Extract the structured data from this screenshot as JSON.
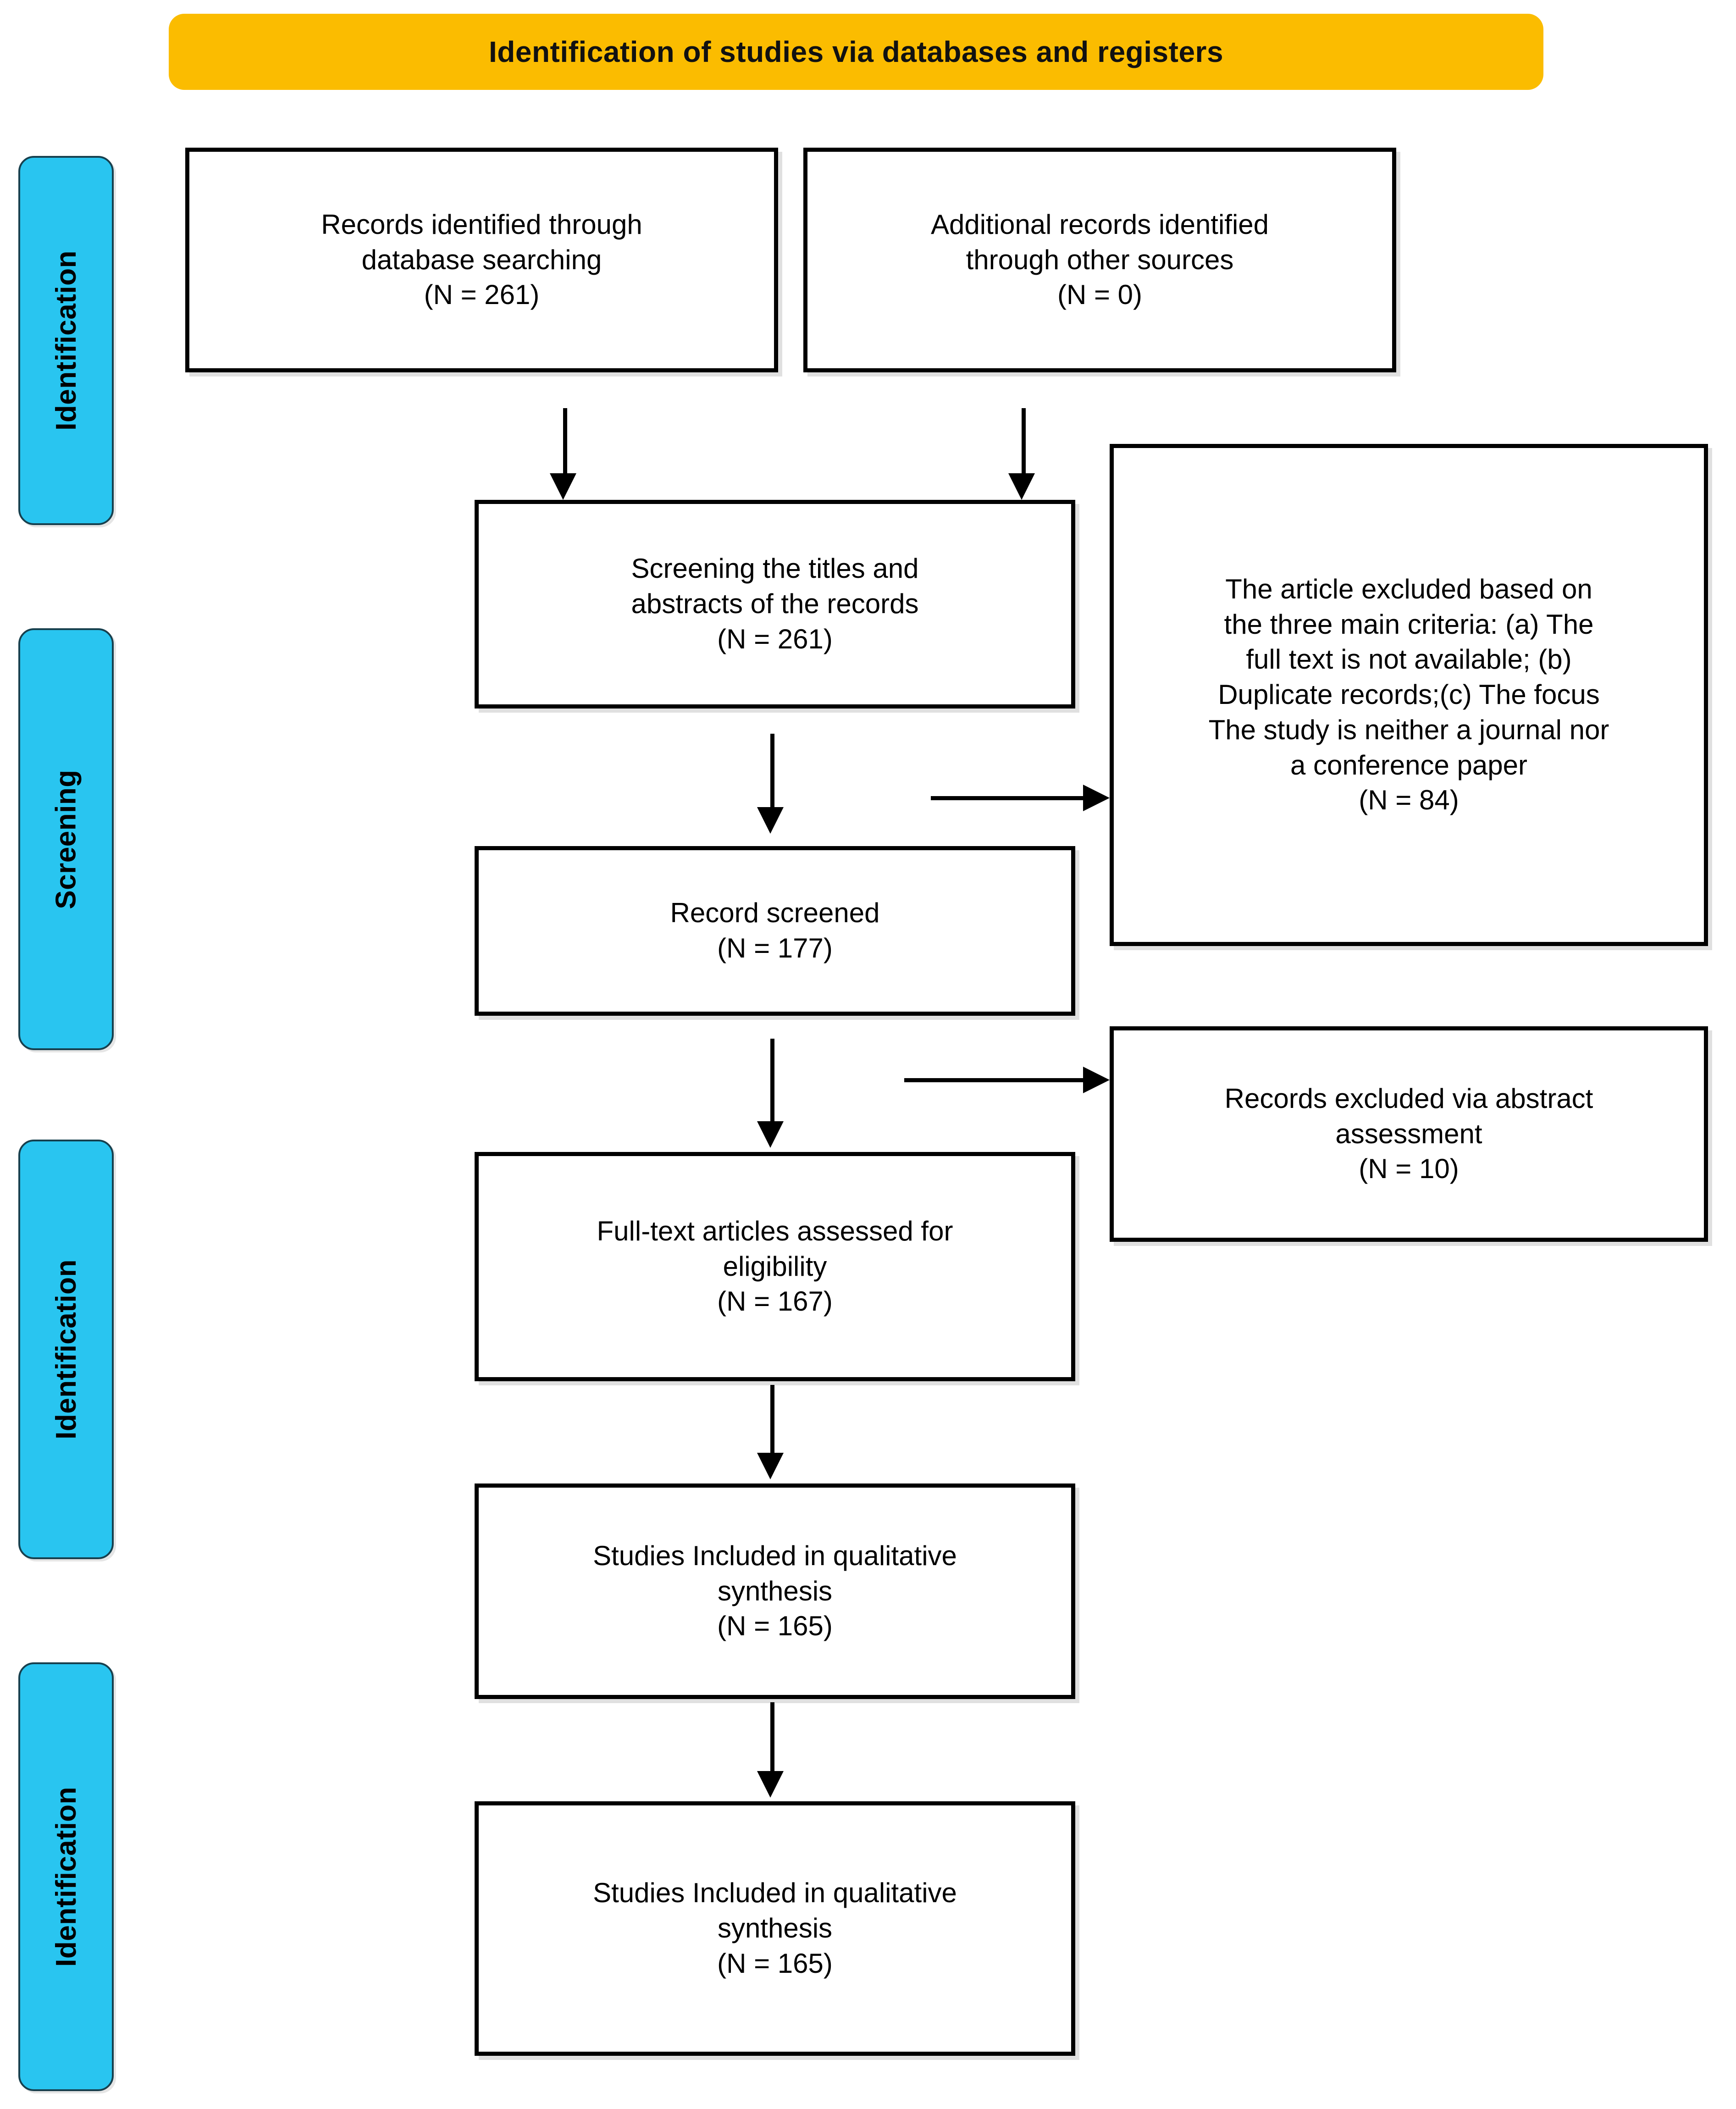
{
  "banner": {
    "title": "Identification of studies via databases and registers",
    "color": "#FBBC00"
  },
  "phases": {
    "color": "#29C5F0",
    "items": [
      {
        "label": "Identification"
      },
      {
        "label": "Screening"
      },
      {
        "label": "Identification"
      },
      {
        "label": "Identification"
      }
    ]
  },
  "boxes": {
    "records_database": {
      "text": "Records identified through\ndatabase searching\n(N = 261)",
      "count": 261
    },
    "records_other": {
      "text": "Additional records identified\nthrough other sources\n(N = 0)",
      "count": 0
    },
    "screening_titles": {
      "text": "Screening the titles and\nabstracts of the records\n(N = 261)",
      "count": 261
    },
    "excluded_criteria": {
      "text": "The article excluded based on\nthe three main criteria: (a) The\nfull text is not available; (b)\nDuplicate records;(c) The focus\nThe study is neither a journal nor\na conference paper\n(N = 84)",
      "count": 84
    },
    "record_screened": {
      "text": "Record screened\n(N = 177)",
      "count": 177
    },
    "excluded_abstract": {
      "text": "Records excluded via abstract\nassessment\n(N = 10)",
      "count": 10
    },
    "fulltext_eligibility": {
      "text": "Full-text articles assessed for\neligibility\n(N = 167)",
      "count": 167
    },
    "included_synthesis_1": {
      "text": "Studies Included in qualitative\nsynthesis\n(N = 165)",
      "count": 165
    },
    "included_synthesis_2": {
      "text": "Studies Included in qualitative\nsynthesis\n(N = 165)",
      "count": 165
    }
  },
  "chart_data": {
    "type": "diagram",
    "title": "Identification of studies via databases and registers",
    "nodes": [
      {
        "id": "records_database",
        "label": "Records identified through database searching",
        "n": 261
      },
      {
        "id": "records_other",
        "label": "Additional records identified through other sources",
        "n": 0
      },
      {
        "id": "screening_titles",
        "label": "Screening the titles and abstracts of the records",
        "n": 261
      },
      {
        "id": "excluded_criteria",
        "label": "The article excluded based on the three main criteria: (a) The full text is not available; (b) Duplicate records;(c) The focus The study is neither a journal nor a conference paper",
        "n": 84
      },
      {
        "id": "record_screened",
        "label": "Record screened",
        "n": 177
      },
      {
        "id": "excluded_abstract",
        "label": "Records excluded via abstract assessment",
        "n": 10
      },
      {
        "id": "fulltext_eligibility",
        "label": "Full-text articles assessed for eligibility",
        "n": 167
      },
      {
        "id": "included_synthesis_1",
        "label": "Studies Included in qualitative synthesis",
        "n": 165
      },
      {
        "id": "included_synthesis_2",
        "label": "Studies Included in qualitative synthesis",
        "n": 165
      }
    ],
    "edges": [
      {
        "from": "records_database",
        "to": "screening_titles",
        "direction": "down"
      },
      {
        "from": "records_other",
        "to": "screening_titles",
        "direction": "down"
      },
      {
        "from": "screening_titles",
        "to": "record_screened",
        "direction": "down"
      },
      {
        "from": "screening_titles",
        "to": "excluded_criteria",
        "direction": "right"
      },
      {
        "from": "record_screened",
        "to": "fulltext_eligibility",
        "direction": "down"
      },
      {
        "from": "record_screened",
        "to": "excluded_abstract",
        "direction": "right"
      },
      {
        "from": "fulltext_eligibility",
        "to": "included_synthesis_1",
        "direction": "down"
      },
      {
        "from": "included_synthesis_1",
        "to": "included_synthesis_2",
        "direction": "down"
      }
    ],
    "phases": [
      "Identification",
      "Screening",
      "Identification",
      "Identification"
    ]
  }
}
